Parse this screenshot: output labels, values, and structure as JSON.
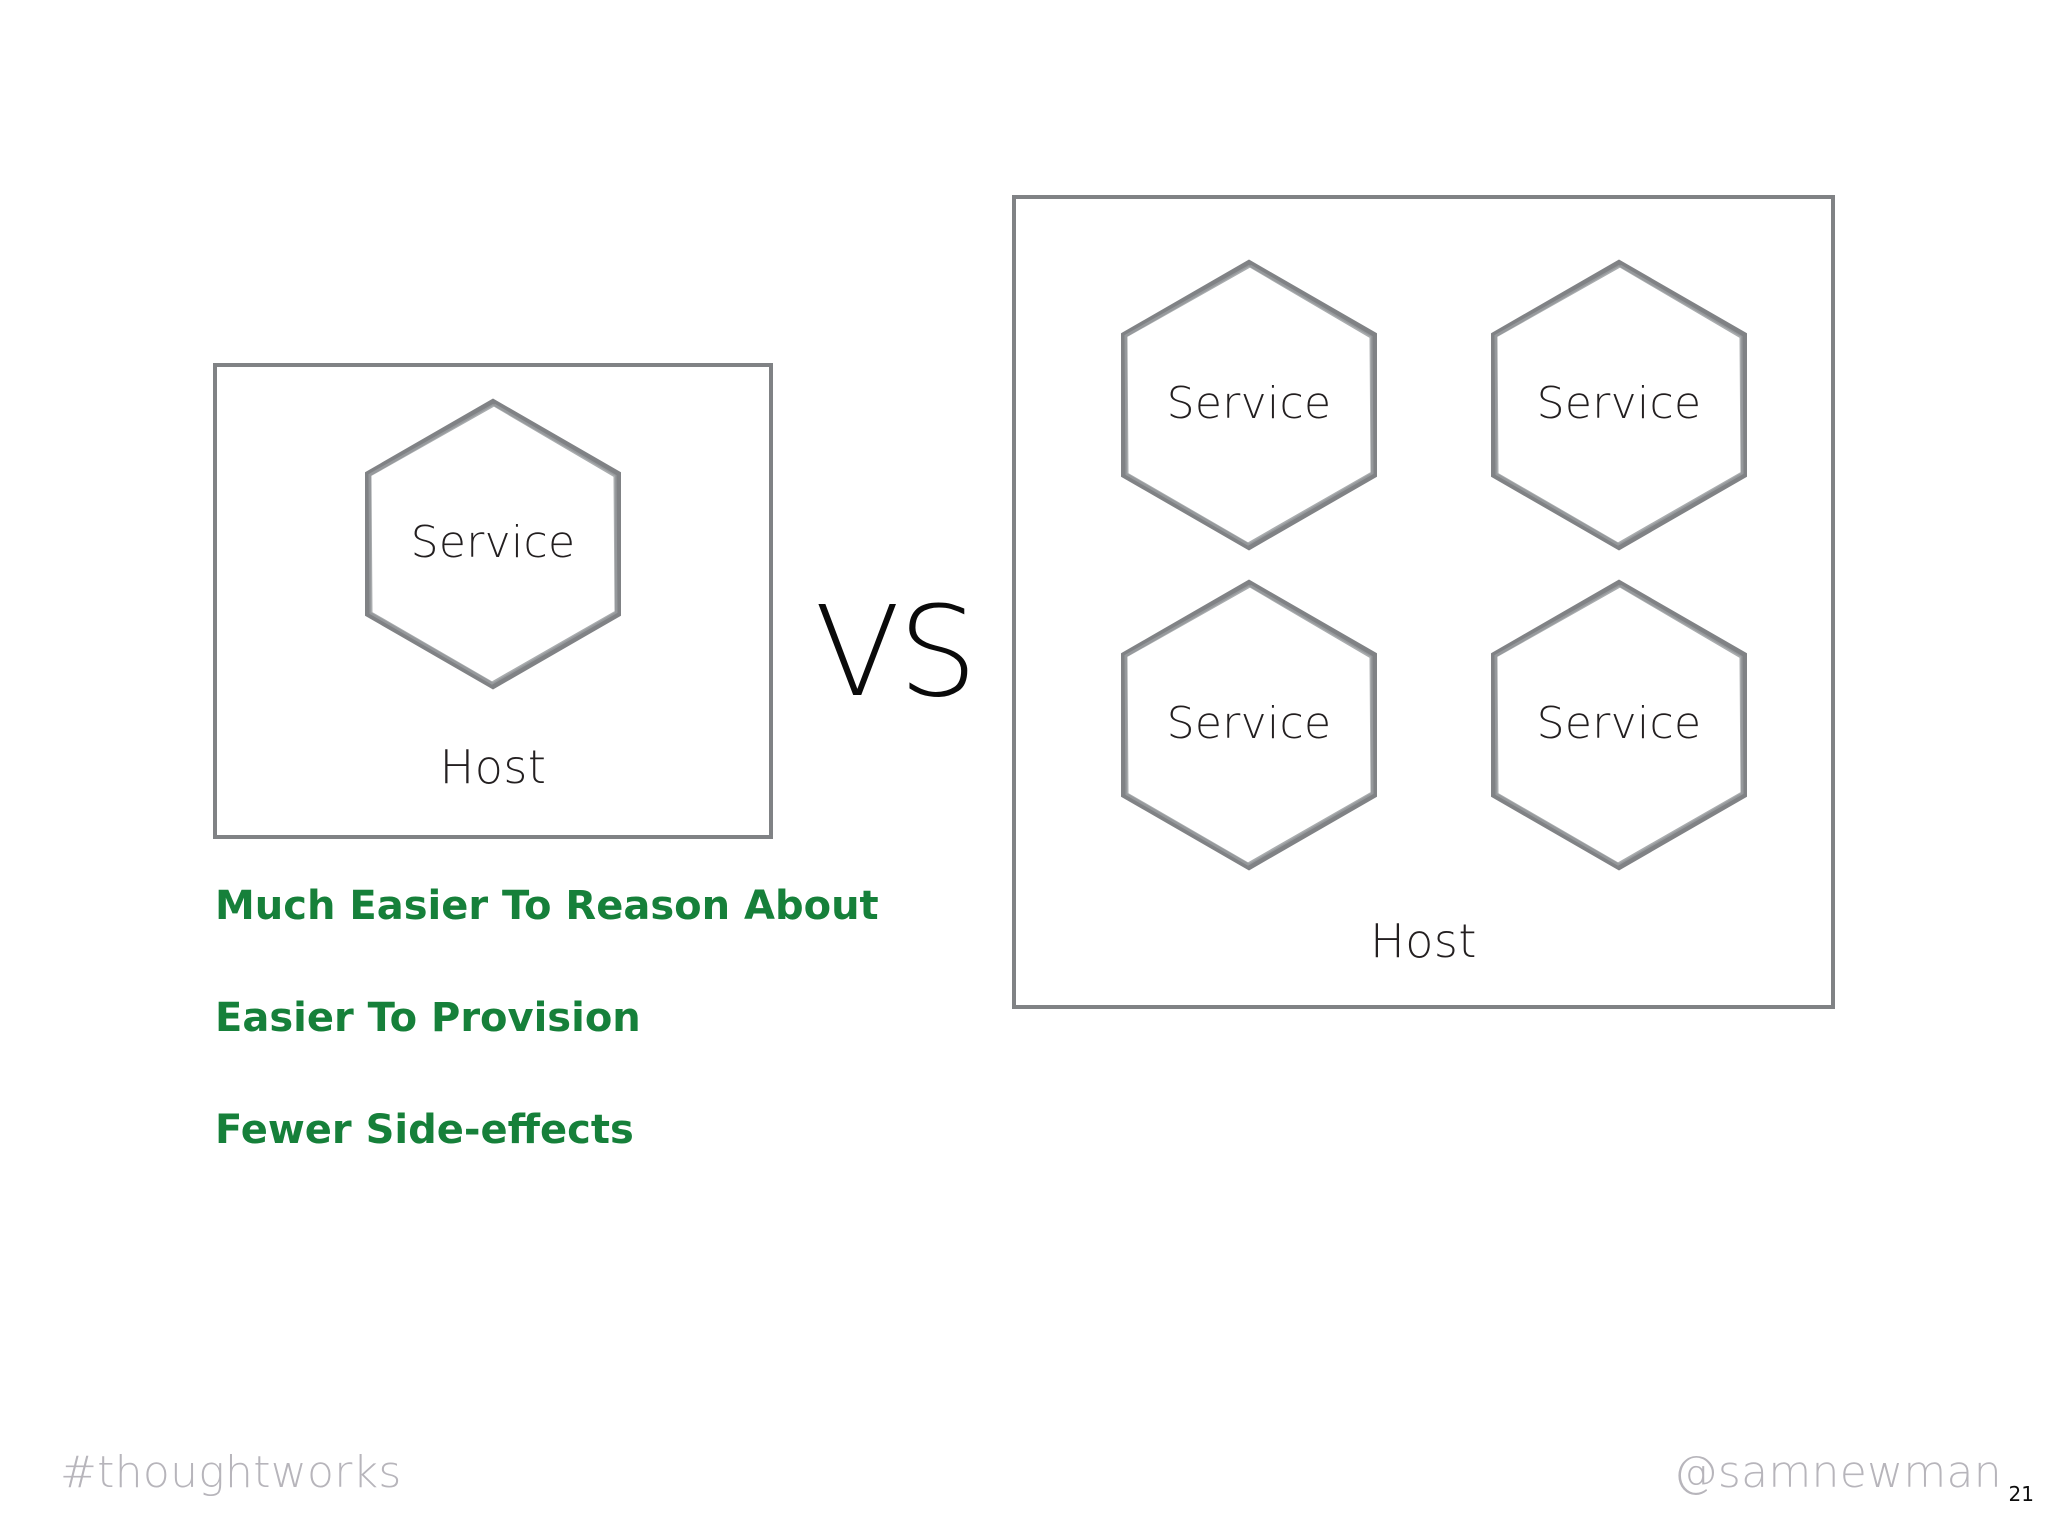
{
  "slide": {
    "page_number": "21",
    "vs_label": "VS",
    "colors": {
      "benefit_green": "#16803a",
      "outline_gray": "#808285",
      "hex_stroke_gray": "#808285",
      "footer_gray": "#b7b5bb",
      "text_black": "#231f20",
      "background": "#ffffff"
    }
  },
  "single_host": {
    "host_label": "Host",
    "services": [
      {
        "label": "Service"
      }
    ]
  },
  "multi_host": {
    "host_label": "Host",
    "services": [
      {
        "label": "Service"
      },
      {
        "label": "Service"
      },
      {
        "label": "Service"
      },
      {
        "label": "Service"
      }
    ]
  },
  "benefits": [
    {
      "text": "Much Easier To Reason About"
    },
    {
      "text": "Easier To Provision"
    },
    {
      "text": "Fewer Side-effects"
    }
  ],
  "footer": {
    "hashtag": "#thoughtworks",
    "handle": "@samnewman"
  }
}
